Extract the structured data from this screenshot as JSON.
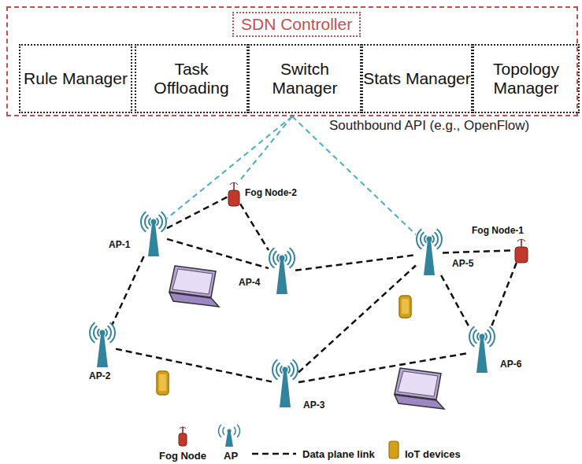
{
  "diagram": {
    "nodes": [
      {
        "text": [
          "SDN Controller"
        ]
      },
      {
        "text": [
          "Rule Manager"
        ],
        "in": 0
      },
      {
        "text": [
          "Task Offloading"
        ],
        "in": 0
      },
      {
        "text": [
          "Switch Manager"
        ],
        "in": 0
      },
      {
        "text": [
          "Stats Manager"
        ],
        "in": 0
      },
      {
        "text": [
          "Topology Manager"
        ],
        "in": 0
      },
      {
        "text": [
          "Fog Node-2"
        ]
      },
      {
        "text": [
          "AP-1"
        ]
      },
      {
        "text": [
          "Fog Node-1"
        ]
      },
      {
        "text": [
          "AP-5"
        ]
      },
      {
        "text": [
          "AP-4"
        ]
      },
      {
        "text": [
          "AP-2"
        ]
      },
      {
        "text": [
          "AP-6"
        ]
      },
      {
        "text": [
          "AP-3"
        ]
      }
    ],
    "edges": [
      {
        "from": 0,
        "to": 7,
        "arrow": "none"
      },
      {
        "from": 0,
        "to": 6,
        "arrow": "none"
      },
      {
        "from": 0,
        "to": 9,
        "arrow": "none"
      },
      {
        "from": 7,
        "to": 6,
        "arrow": "none"
      },
      {
        "from": 6,
        "to": 10,
        "arrow": "none"
      },
      {
        "from": 7,
        "to": 10,
        "arrow": "none"
      },
      {
        "from": 7,
        "to": 11,
        "arrow": "none"
      },
      {
        "from": 10,
        "to": 9,
        "arrow": "none"
      },
      {
        "from": 9,
        "to": 8,
        "arrow": "none"
      },
      {
        "from": 9,
        "to": 12,
        "arrow": "none"
      },
      {
        "from": 8,
        "to": 12,
        "arrow": "none"
      },
      {
        "from": 11,
        "to": 13,
        "arrow": "none"
      },
      {
        "from": 13,
        "to": 9,
        "arrow": "none"
      },
      {
        "from": 13,
        "to": 12,
        "arrow": "none"
      }
    ],
    "labels": [
      "Southbound API (e.g., OpenFlow)"
    ],
    "legend": [
      {
        "text": "Fog Node"
      },
      {
        "text": "AP"
      },
      {
        "text": "Data plane link"
      },
      {
        "text": "IoT devices"
      }
    ]
  }
}
